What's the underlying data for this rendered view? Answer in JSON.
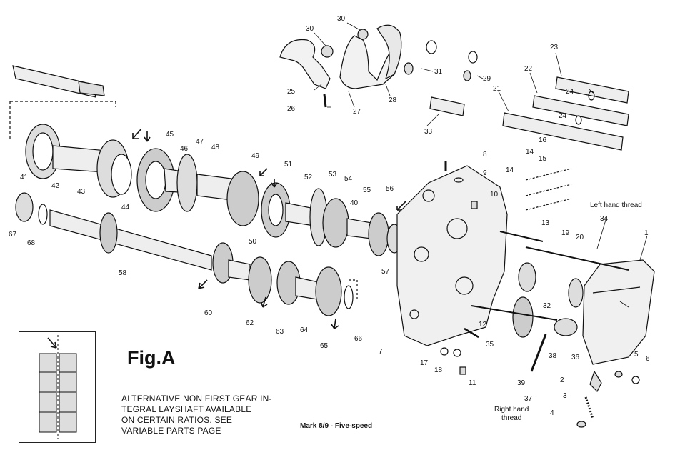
{
  "figure": {
    "title": "Fig.A",
    "caption": "Mark 8/9 - Five-speed",
    "alternative_note_lines": [
      "ALTERNATIVE NON FIRST GEAR IN-",
      "TEGRAL LAYSHAFT AVAILABLE",
      "ON CERTAIN RATIOS. SEE",
      "VARIABLE PARTS PAGE"
    ],
    "annotations": {
      "left_hand_thread": "Left hand thread",
      "right_hand_thread_line1": "Right hand",
      "right_hand_thread_line2": "thread"
    }
  },
  "part_numbers": [
    "30",
    "30",
    "31",
    "29",
    "25",
    "26",
    "27",
    "28",
    "23",
    "22",
    "21",
    "24",
    "24",
    "33",
    "45",
    "47",
    "46",
    "48",
    "49",
    "51",
    "52",
    "53",
    "54",
    "55",
    "56",
    "16",
    "14",
    "15",
    "14",
    "8",
    "9",
    "10",
    "13",
    "19",
    "20",
    "34",
    "1",
    "41",
    "42",
    "43",
    "44",
    "50",
    "40",
    "57",
    "67",
    "68",
    "58",
    "60",
    "62",
    "63",
    "64",
    "65",
    "66",
    "32",
    "12",
    "35",
    "36",
    "38",
    "7",
    "17",
    "18",
    "11",
    "39",
    "37",
    "2",
    "3",
    "4",
    "5",
    "6"
  ]
}
